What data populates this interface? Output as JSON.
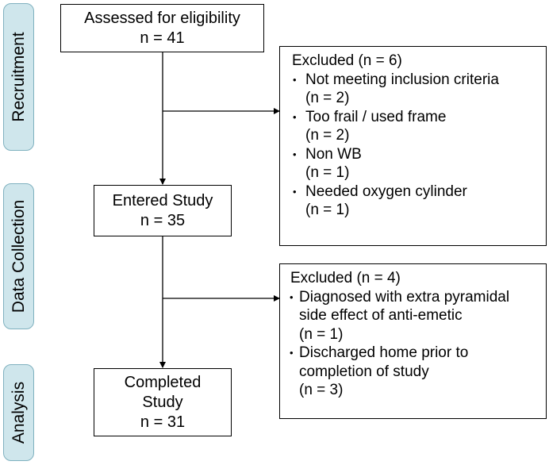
{
  "phases": {
    "recruitment": "Recruitment",
    "data_collection": "Data Collection",
    "analysis": "Analysis"
  },
  "flow": {
    "assessed": {
      "title": "Assessed for eligibility",
      "count": "n = 41"
    },
    "entered": {
      "title": "Entered Study",
      "count": "n = 35"
    },
    "completed": {
      "title_line1": "Completed",
      "title_line2": "Study",
      "count": "n = 31"
    }
  },
  "excluded_1": {
    "heading": "Excluded (n = 6)",
    "items": [
      {
        "reason": "Not meeting inclusion criteria",
        "count": "(n = 2)"
      },
      {
        "reason": "Too frail / used frame",
        "count": "(n = 2)"
      },
      {
        "reason": "Non WB",
        "count": "(n = 1)"
      },
      {
        "reason": "Needed oxygen cylinder",
        "count": "(n = 1)"
      }
    ]
  },
  "excluded_2": {
    "heading": "Excluded (n = 4)",
    "items": [
      {
        "reason_line1": "Diagnosed with extra pyramidal",
        "reason_line2": "side effect  of anti-emetic",
        "count": "(n = 1)"
      },
      {
        "reason_line1": "Discharged home prior to",
        "reason_line2": "completion of study",
        "count": "(n = 3)"
      }
    ]
  },
  "colors": {
    "phase_fill": "#cfe6ec",
    "phase_border": "#7fb1bf",
    "line": "#000000"
  }
}
